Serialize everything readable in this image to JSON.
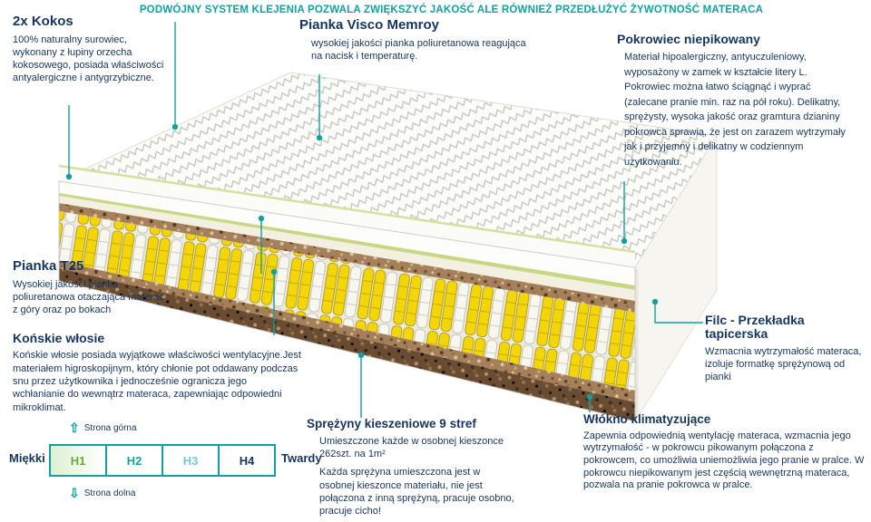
{
  "header": {
    "line": "PODWÓJNY SYSTEM KLEJENIA POZWALA ZWIĘKSZYĆ JAKOŚĆ ALE RÓWNIEŻ PRZEDŁUŻYĆ ŻYWOTNOŚĆ MATERACA"
  },
  "annotations": {
    "kokos": {
      "title": "2x Kokos",
      "body": "100% naturalny surowiec, wykonany z łupiny orzecha kokosowego, posiada właściwości antyalergiczne i antygrzybiczne."
    },
    "visco": {
      "title": "Pianka Visco Memroy",
      "body": "wysokiej jakości pianka poliuretanowa reagująca na nacisk i temperaturę."
    },
    "pokrowiec": {
      "title": "Pokrowiec niepikowany",
      "body": "Materiał hipoalergiczny, antyuczuleniowy, wyposażony w zamek w kształcie litery L. Pokrowiec można łatwo ściągnąć i wyprać (zalecane pranie min. raz na pół roku). Delikatny, sprężysty, wysoka jakość oraz gramtura dzianiny pokrowca sprawia, że jest on zarazem wytrzymały jak i przyjemny i delikatny w codziennym użytkowaniu."
    },
    "t25": {
      "title": "Pianka T25",
      "body": "Wysokiej jakości pianka poliuretanowa otaczająca materac z góry oraz po bokach"
    },
    "wlosie": {
      "title": "Końskie włosie",
      "body": "Końskie włosie posiada wyjątkowe właściwości wentylacyjne.Jest materiałem higroskopijnym, który chłonie pot oddawany podczas snu przez użytkownika i jednocześnie ogranicza jego wchłanianie do wewnątrz materaca, zapewniając odpowiedni mikroklimat."
    },
    "filc": {
      "title": "Filc - Przekładka tapicerska",
      "body": "Wzmacnia wytrzymałość materaca, izoluje formatkę sprężynową od pianki"
    },
    "wlokno": {
      "title": "Włókno klimatyzujące",
      "body": "Zapewnia odpowiednią wentylację materaca, wzmacnia jego wytrzymałość - w pokrowcu pikowanym połączona z pokrowcem, co umożliwia uniemożliwia jego pranie w pralce. W pokrowcu niepikowanym jest częścią wewnętrzną materaca, pozwala na pranie pokrowca w pralce."
    },
    "sprezyny": {
      "title": "Sprężyny kieszeniowe 9 stref",
      "body1": "Umieszczone każde w osobnej kieszonce 262szt. na 1m²",
      "body2": "Każda sprężyna umieszczona jest w osobnej kieszonce materiału, nie jest połączona z inną sprężyną, pracuje osobno, pracuje cicho!"
    }
  },
  "scale": {
    "soft": "Miękki",
    "hard": "Twardy",
    "top_label": "Strona górna",
    "bottom_label": "Strona dolna",
    "levels": [
      {
        "label": "H1",
        "color": "#6aa93f"
      },
      {
        "label": "H2",
        "color": "#12a0a0"
      },
      {
        "label": "H3",
        "color": "#7cc4cd"
      },
      {
        "label": "H4",
        "color": "#16355f"
      }
    ]
  },
  "icons": {
    "up_arrow": "⇧",
    "down_arrow": "⇩"
  },
  "colors": {
    "accent_teal": "#12a0a0",
    "heading_navy": "#16355f",
    "spring_yellow": "#f2d60a",
    "coconut_brown": "#a5805a",
    "foam_green_line": "#c9d683"
  }
}
